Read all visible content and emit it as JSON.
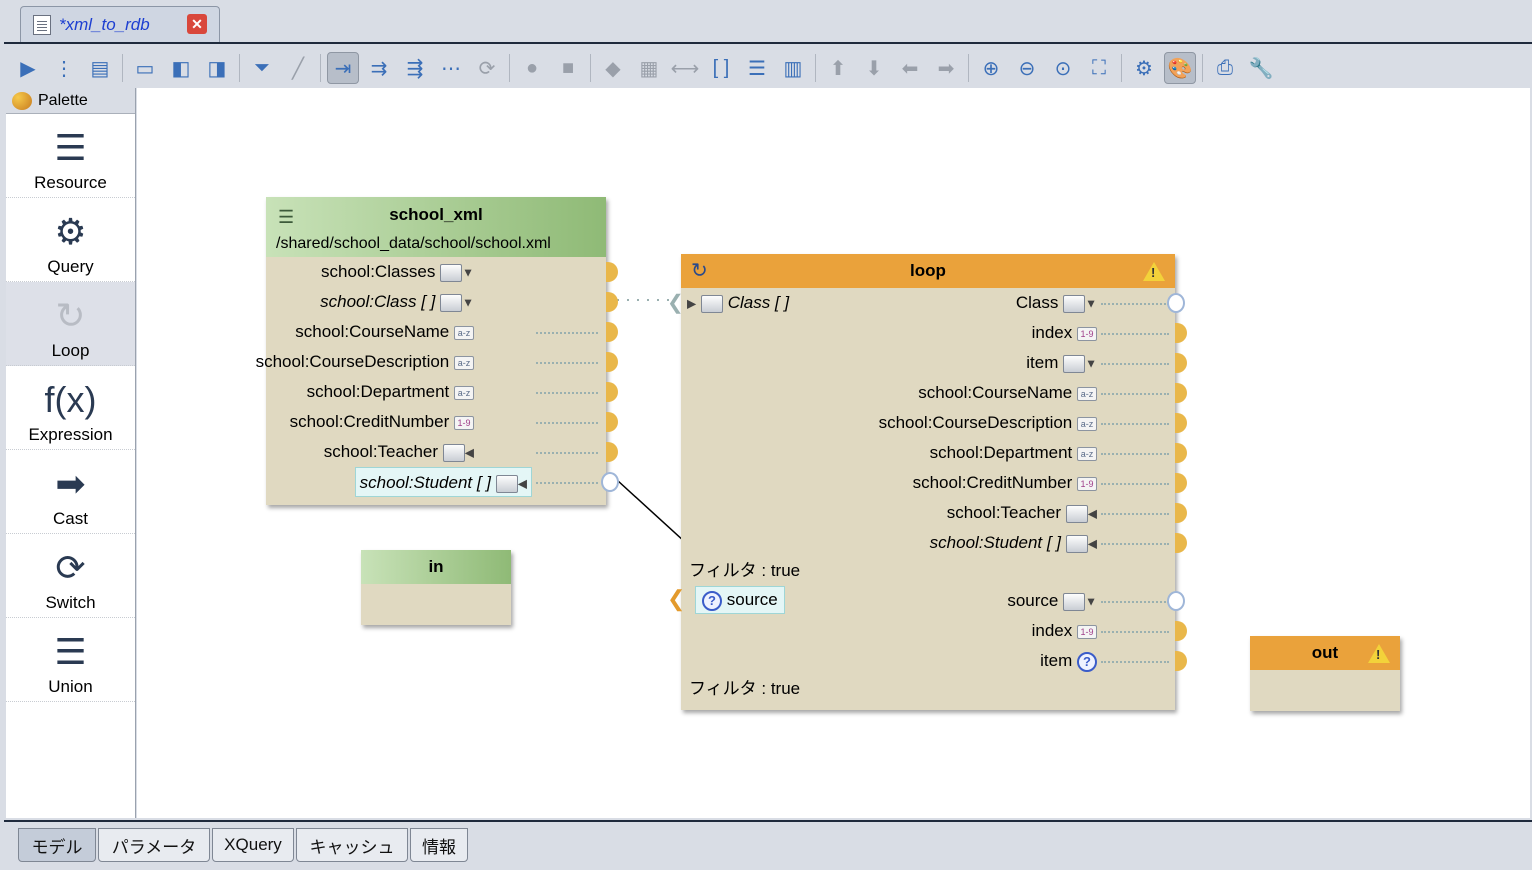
{
  "editor_tab": {
    "title": "*xml_to_rdb",
    "close_label": "✕"
  },
  "palette": {
    "title": "Palette",
    "items": [
      {
        "label": "Resource",
        "icon": "resource-icon",
        "glyph": "☰"
      },
      {
        "label": "Query",
        "icon": "gear-icon",
        "glyph": "⚙"
      },
      {
        "label": "Loop",
        "icon": "loop-icon",
        "glyph": "↻"
      },
      {
        "label": "Expression",
        "icon": "function-icon",
        "glyph": "f(x)"
      },
      {
        "label": "Cast",
        "icon": "arrow-right-icon",
        "glyph": "➡"
      },
      {
        "label": "Switch",
        "icon": "switch-icon",
        "glyph": "⟳"
      },
      {
        "label": "Union",
        "icon": "union-icon",
        "glyph": "☰"
      }
    ],
    "selected": "Loop"
  },
  "nodes": {
    "school_xml": {
      "title": "school_xml",
      "path": "/shared/school_data/school/school.xml",
      "rows": [
        {
          "label": "school:Classes",
          "italic": false,
          "kind": "table"
        },
        {
          "label": "school:Class [ ]",
          "italic": true,
          "kind": "table"
        },
        {
          "label": "school:CourseName",
          "italic": false,
          "kind": "a-z"
        },
        {
          "label": "school:CourseDescription",
          "italic": false,
          "kind": "a-z"
        },
        {
          "label": "school:Department",
          "italic": false,
          "kind": "a-z"
        },
        {
          "label": "school:CreditNumber",
          "italic": false,
          "kind": "1-9"
        },
        {
          "label": "school:Teacher",
          "italic": false,
          "kind": "table"
        },
        {
          "label": "school:Student [ ]",
          "italic": true,
          "kind": "table"
        }
      ]
    },
    "in": {
      "title": "in"
    },
    "loop": {
      "title": "loop",
      "input": "Class [ ]",
      "rows": [
        {
          "label": "Class",
          "italic": false,
          "kind": "table"
        },
        {
          "label": "index",
          "italic": false,
          "kind": "1-9"
        },
        {
          "label": "item",
          "italic": false,
          "kind": "table"
        },
        {
          "label": "school:CourseName",
          "italic": false,
          "kind": "a-z"
        },
        {
          "label": "school:CourseDescription",
          "italic": false,
          "kind": "a-z"
        },
        {
          "label": "school:Department",
          "italic": false,
          "kind": "a-z"
        },
        {
          "label": "school:CreditNumber",
          "italic": false,
          "kind": "1-9"
        },
        {
          "label": "school:Teacher",
          "italic": false,
          "kind": "table"
        },
        {
          "label": "school:Student [ ]",
          "italic": true,
          "kind": "table"
        }
      ],
      "filter1": "フィルタ : true",
      "source_input": "source",
      "rows2": [
        {
          "label": "source",
          "kind": "table"
        },
        {
          "label": "index",
          "kind": "1-9"
        },
        {
          "label": "item",
          "kind": "question"
        }
      ],
      "filter2": "フィルタ : true"
    },
    "out": {
      "title": "out"
    }
  },
  "tag_text": {
    "az": "a-z",
    "nine": "1-9",
    "q": "?"
  },
  "bottom_tabs": [
    "モデル",
    "パラメータ",
    "XQuery",
    "キャッシュ",
    "情報"
  ],
  "active_bottom_tab": "モデル",
  "colors": {
    "node_body": "#e0d9c1",
    "loop_header": "#eaa23b",
    "port": "#e9b74a",
    "accent_blue": "#1d3fd1"
  }
}
